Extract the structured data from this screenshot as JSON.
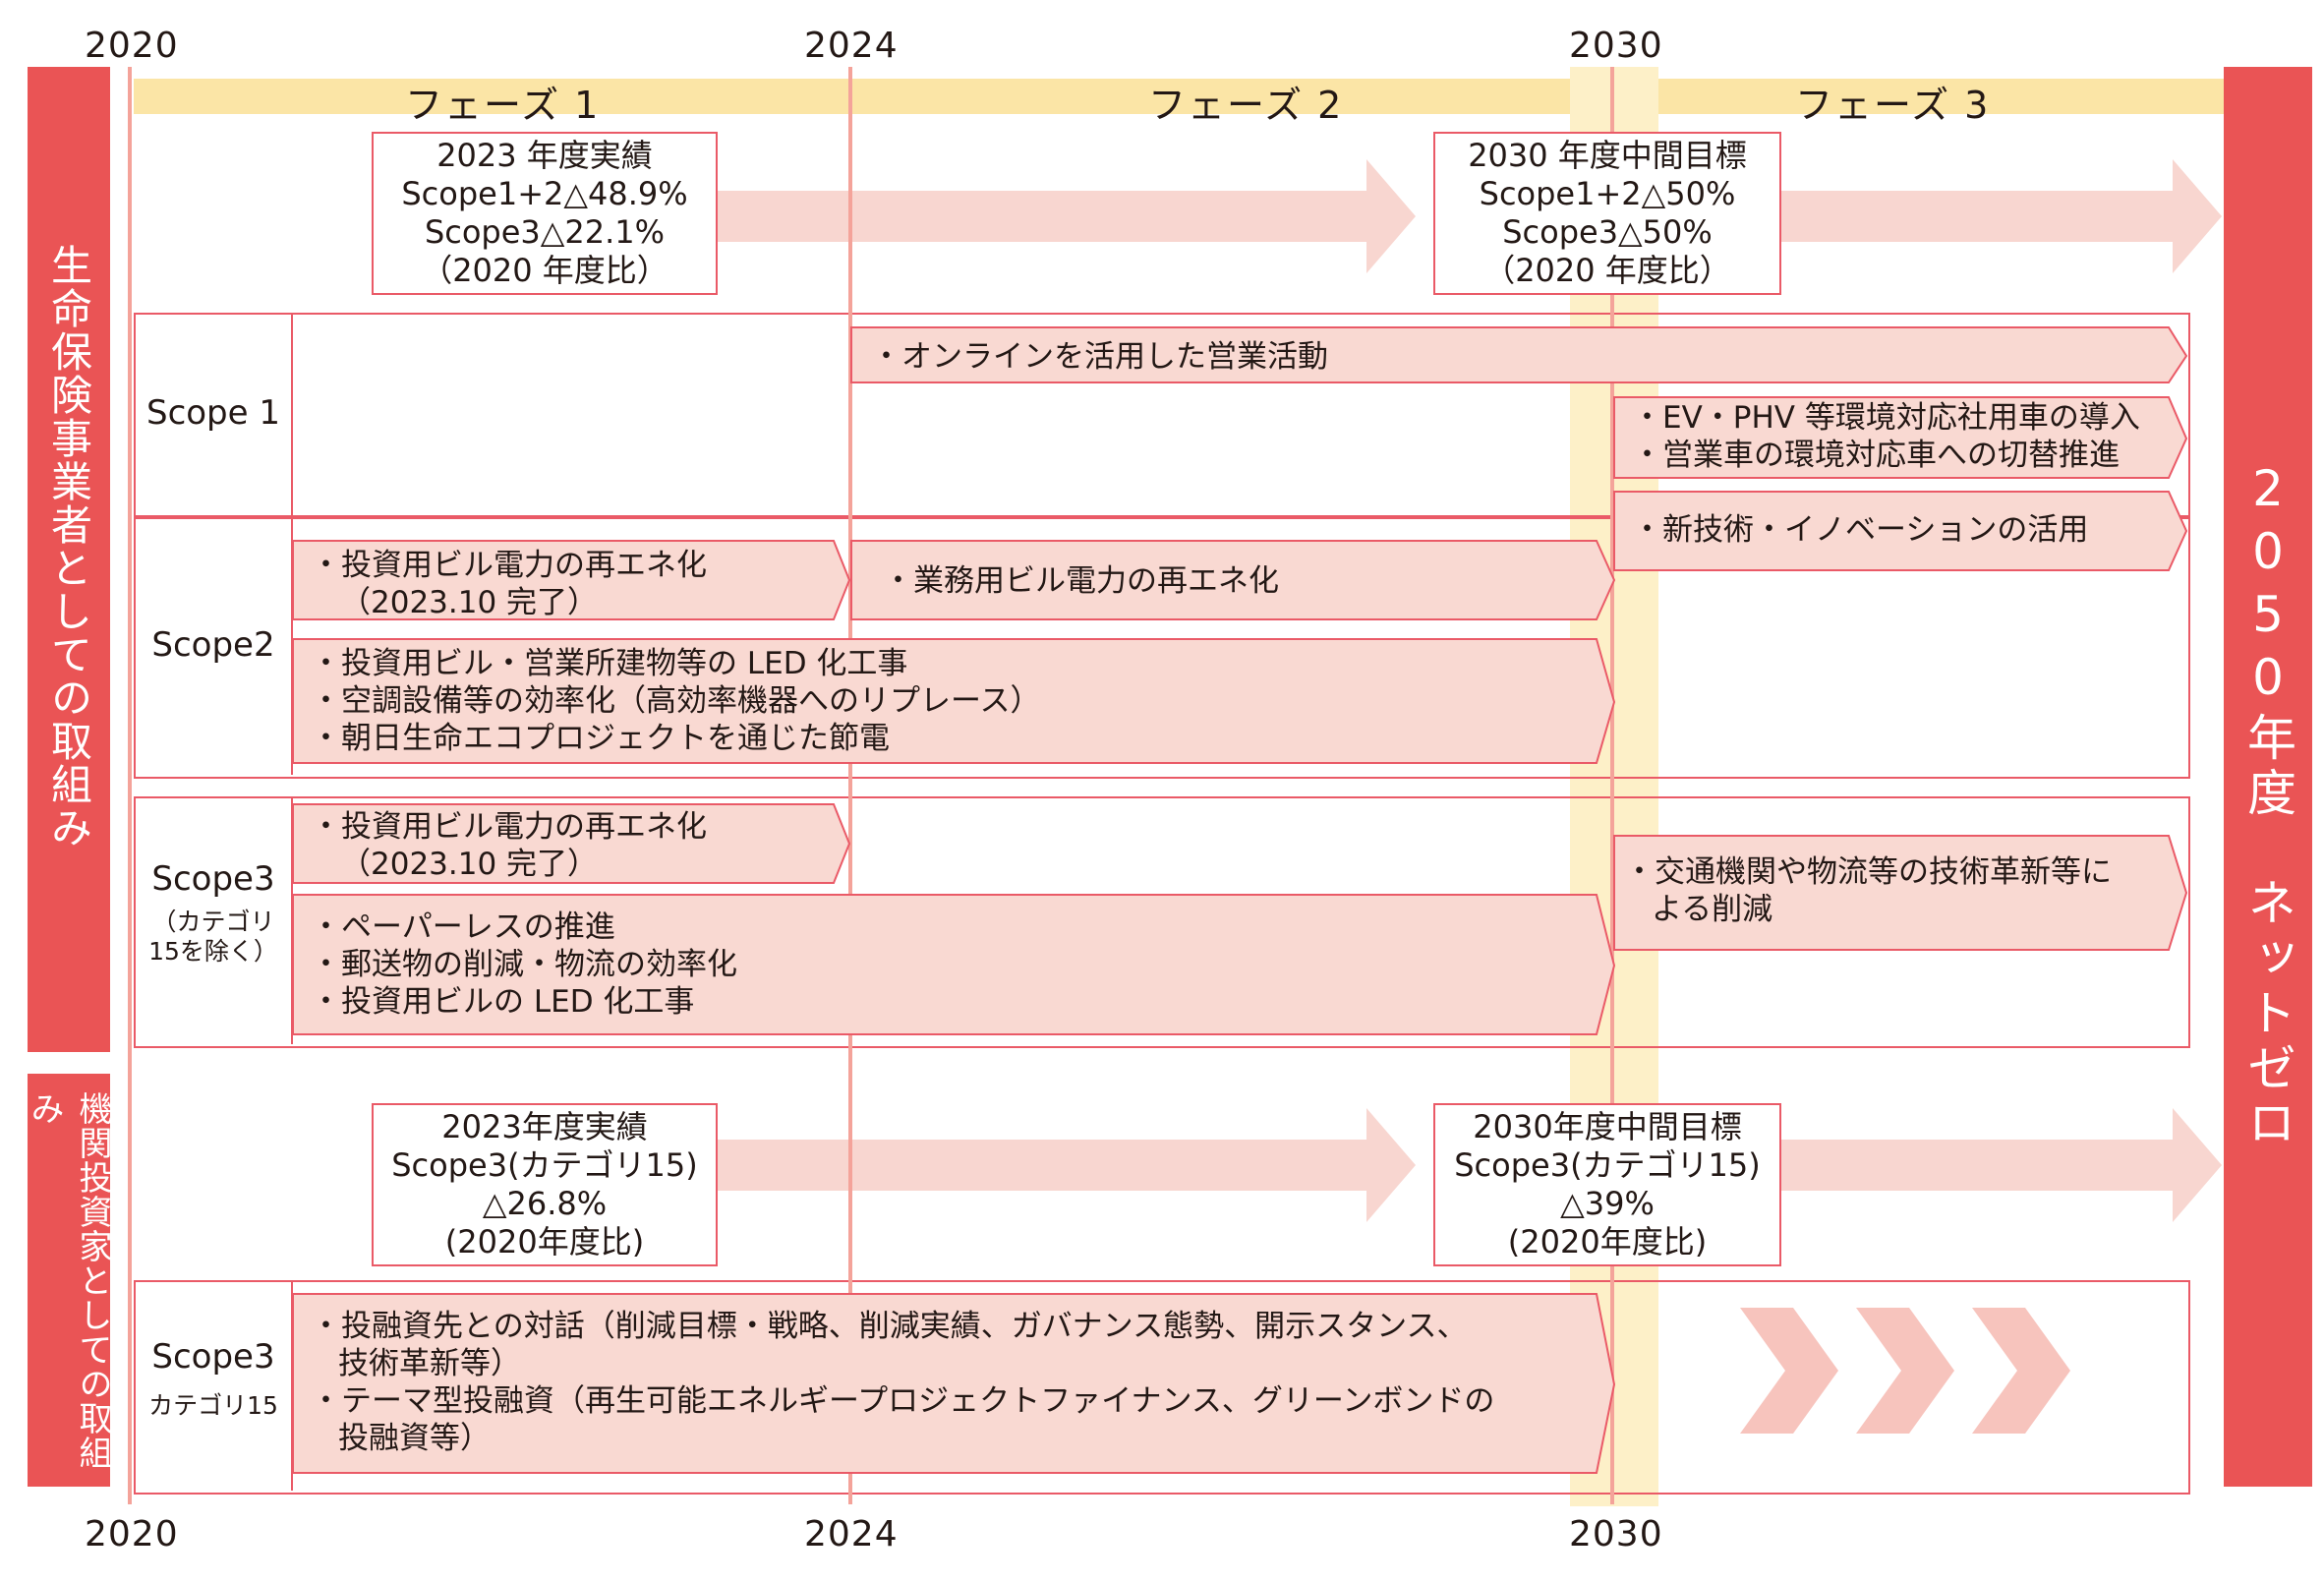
{
  "years": {
    "top": [
      "2020",
      "2024",
      "2030"
    ],
    "bottom": [
      "2020",
      "2024",
      "2030"
    ]
  },
  "phases": [
    "フェーズ 1",
    "フェーズ 2",
    "フェーズ 3"
  ],
  "side_labels": {
    "life": "生命保険事業者としての取組み",
    "investor": "機関投資家としての取組み",
    "goal": "2050年度　ネットゼロ"
  },
  "life_targets": {
    "actual_2023": [
      "2023 年度実績",
      "Scope1+2△48.9%",
      "Scope3△22.1%",
      "（2020 年度比）"
    ],
    "goal_2030": [
      "2030 年度中間目標",
      "Scope1+2△50%",
      "Scope3△50%",
      "（2020 年度比）"
    ]
  },
  "investor_targets": {
    "actual_2023": [
      "2023年度実績",
      "Scope3(カテゴリ15)",
      "△26.8%",
      "(2020年度比)"
    ],
    "goal_2030": [
      "2030年度中間目標",
      "Scope3(カテゴリ15)",
      "△39%",
      "(2020年度比)"
    ]
  },
  "rows": {
    "scope1": "Scope 1",
    "scope2": "Scope2",
    "scope3_label": "Scope3",
    "scope3_sub": [
      "（カテゴリ",
      "15を除く）"
    ],
    "scope3_investor_label": "Scope3",
    "scope3_investor_sub": "カテゴリ15"
  },
  "actions": {
    "s1_online": "・オンラインを活用した営業活動",
    "s1_ev": [
      "・EV・PHV 等環境対応社用車の導入",
      "・営業車の環境対応車への切替推進"
    ],
    "s1_newtech": "・新技術・イノベーションの活用",
    "s2_invest_re": [
      "・投資用ビル電力の再エネ化",
      "（2023.10 完了）"
    ],
    "s2_business_re": "・業務用ビル電力の再エネ化",
    "s2_led": [
      "・投資用ビル・営業所建物等の LED 化工事",
      "・空調設備等の効率化（高効率機器へのリプレース）",
      "・朝日生命エコプロジェクトを通じた節電"
    ],
    "s3_invest_re": [
      "・投資用ビル電力の再エネ化",
      "（2023.10 完了）"
    ],
    "s3_paperless": [
      "・ペーパーレスの推進",
      "・郵送物の削減・物流の効率化",
      "・投資用ビルの LED 化工事"
    ],
    "s3_transport": [
      "・交通機関や物流等の技術革新等に",
      "よる削減"
    ],
    "inv_dialogue": [
      "・投融資先との対話（削減目標・戦略、削減実績、ガバナンス態勢、開示スタンス、",
      "技術革新等）",
      "・テーマ型投融資（再生可能エネルギープロジェクトファイナンス、グリーンボンドの",
      "投融資等）"
    ]
  },
  "colors": {
    "accent_red": "#ea5455",
    "arrow_fill": "#f9d9d2",
    "big_arrow": "#f8d6d0",
    "phase_yellow": "#fbe5a6",
    "timeline": "#f4a39a"
  }
}
